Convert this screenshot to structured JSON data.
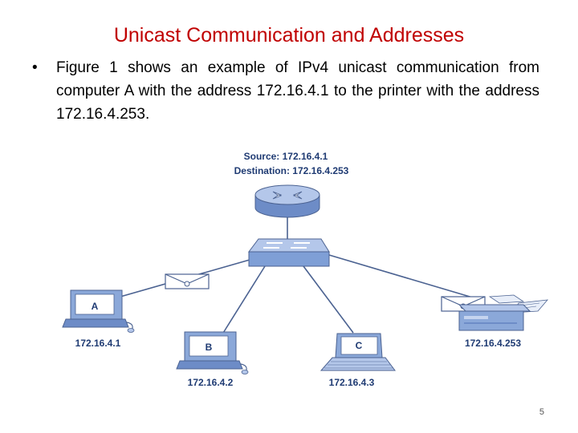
{
  "slide": {
    "title": "Unicast Communication and Addresses",
    "bullet_text": "Figure 1 shows an example of IPv4 unicast communication from computer A with the address 172.16.4.1 to the printer with the address 172.16.4.253.",
    "bullet_glyph": "•",
    "page_number": "5"
  },
  "diagram": {
    "source_label": "Source: 172.16.4.1",
    "destination_label": "Destination: 172.16.4.253",
    "hosts": [
      {
        "id": "A",
        "label": "A",
        "address": "172.16.4.1"
      },
      {
        "id": "B",
        "label": "B",
        "address": "172.16.4.2"
      },
      {
        "id": "C",
        "label": "C",
        "address": "172.16.4.3"
      },
      {
        "id": "printer",
        "label": "",
        "address": "172.16.4.253"
      }
    ],
    "colors": {
      "device_blue": "#8ba8d9",
      "device_light": "#c5d4ef",
      "device_dark": "#5b78b3",
      "link": "#4b6291",
      "label_text": "#1f3b73"
    }
  }
}
